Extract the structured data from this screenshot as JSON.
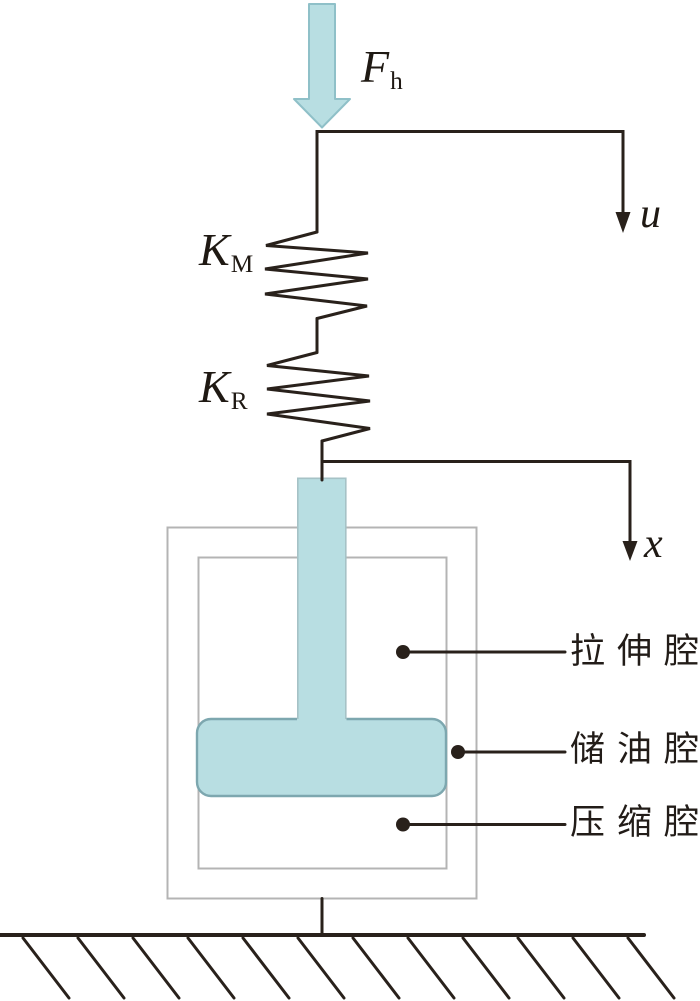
{
  "labels": {
    "force": {
      "main": "F",
      "sub": "h"
    },
    "spring_upper": {
      "main": "K",
      "sub": "M"
    },
    "spring_lower": {
      "main": "K",
      "sub": "R"
    },
    "disp_upper": "u",
    "disp_lower": "x"
  },
  "chambers": [
    {
      "label": "拉伸腔"
    },
    {
      "label": "储油腔"
    },
    {
      "label": "压缩腔"
    }
  ],
  "colors": {
    "fluid": "#b8dee2",
    "fluid_edge": "#8fc0c8",
    "line": "#29211b",
    "cylinder_gray": "#b4b4b4"
  }
}
